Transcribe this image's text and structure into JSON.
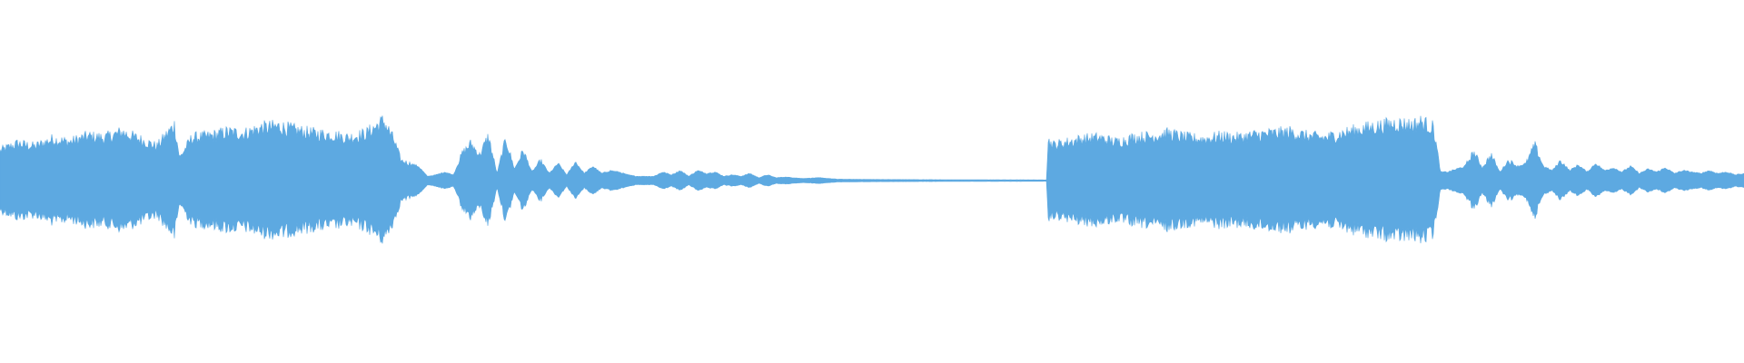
{
  "waveform": {
    "color": "#5DA9E1",
    "background": "#FFFFFF",
    "amplitude_envelope": [
      [
        0.0,
        0.21
      ],
      [
        0.01,
        0.26
      ],
      [
        0.02,
        0.24
      ],
      [
        0.03,
        0.29
      ],
      [
        0.04,
        0.27
      ],
      [
        0.05,
        0.31
      ],
      [
        0.06,
        0.3
      ],
      [
        0.07,
        0.34
      ],
      [
        0.08,
        0.29
      ],
      [
        0.09,
        0.24
      ],
      [
        0.1,
        0.39
      ],
      [
        0.103,
        0.16
      ],
      [
        0.11,
        0.3
      ],
      [
        0.12,
        0.31
      ],
      [
        0.13,
        0.34
      ],
      [
        0.14,
        0.33
      ],
      [
        0.15,
        0.37
      ],
      [
        0.16,
        0.38
      ],
      [
        0.17,
        0.35
      ],
      [
        0.18,
        0.33
      ],
      [
        0.19,
        0.32
      ],
      [
        0.2,
        0.3
      ],
      [
        0.21,
        0.33
      ],
      [
        0.22,
        0.42
      ],
      [
        0.226,
        0.28
      ],
      [
        0.23,
        0.14
      ],
      [
        0.24,
        0.1
      ],
      [
        0.245,
        0.03
      ],
      [
        0.25,
        0.04
      ],
      [
        0.255,
        0.06
      ],
      [
        0.26,
        0.04
      ],
      [
        0.265,
        0.19
      ],
      [
        0.27,
        0.26
      ],
      [
        0.275,
        0.18
      ],
      [
        0.28,
        0.31
      ],
      [
        0.285,
        0.05
      ],
      [
        0.29,
        0.29
      ],
      [
        0.295,
        0.08
      ],
      [
        0.3,
        0.21
      ],
      [
        0.305,
        0.06
      ],
      [
        0.31,
        0.14
      ],
      [
        0.315,
        0.05
      ],
      [
        0.32,
        0.12
      ],
      [
        0.325,
        0.04
      ],
      [
        0.33,
        0.13
      ],
      [
        0.335,
        0.05
      ],
      [
        0.34,
        0.1
      ],
      [
        0.345,
        0.05
      ],
      [
        0.35,
        0.07
      ],
      [
        0.355,
        0.06
      ],
      [
        0.36,
        0.04
      ],
      [
        0.365,
        0.03
      ],
      [
        0.37,
        0.03
      ],
      [
        0.375,
        0.03
      ],
      [
        0.38,
        0.06
      ],
      [
        0.385,
        0.04
      ],
      [
        0.39,
        0.07
      ],
      [
        0.395,
        0.03
      ],
      [
        0.4,
        0.07
      ],
      [
        0.405,
        0.05
      ],
      [
        0.41,
        0.06
      ],
      [
        0.415,
        0.03
      ],
      [
        0.42,
        0.04
      ],
      [
        0.425,
        0.03
      ],
      [
        0.43,
        0.05
      ],
      [
        0.435,
        0.02
      ],
      [
        0.44,
        0.04
      ],
      [
        0.445,
        0.02
      ],
      [
        0.45,
        0.025
      ],
      [
        0.455,
        0.02
      ],
      [
        0.46,
        0.015
      ],
      [
        0.47,
        0.02
      ],
      [
        0.48,
        0.01
      ],
      [
        0.5,
        0.008
      ],
      [
        0.55,
        0.006
      ],
      [
        0.6,
        0.005
      ],
      [
        0.601,
        0.28
      ],
      [
        0.604,
        0.25
      ],
      [
        0.62,
        0.29
      ],
      [
        0.63,
        0.3
      ],
      [
        0.64,
        0.27
      ],
      [
        0.65,
        0.3
      ],
      [
        0.66,
        0.31
      ],
      [
        0.67,
        0.33
      ],
      [
        0.68,
        0.3
      ],
      [
        0.69,
        0.29
      ],
      [
        0.7,
        0.31
      ],
      [
        0.71,
        0.3
      ],
      [
        0.72,
        0.32
      ],
      [
        0.73,
        0.33
      ],
      [
        0.74,
        0.34
      ],
      [
        0.75,
        0.31
      ],
      [
        0.76,
        0.3
      ],
      [
        0.77,
        0.33
      ],
      [
        0.78,
        0.36
      ],
      [
        0.79,
        0.38
      ],
      [
        0.8,
        0.4
      ],
      [
        0.81,
        0.39
      ],
      [
        0.815,
        0.41
      ],
      [
        0.822,
        0.37
      ],
      [
        0.826,
        0.06
      ],
      [
        0.83,
        0.06
      ],
      [
        0.84,
        0.1
      ],
      [
        0.845,
        0.2
      ],
      [
        0.85,
        0.09
      ],
      [
        0.855,
        0.18
      ],
      [
        0.86,
        0.06
      ],
      [
        0.865,
        0.14
      ],
      [
        0.87,
        0.1
      ],
      [
        0.875,
        0.12
      ],
      [
        0.88,
        0.25
      ],
      [
        0.885,
        0.1
      ],
      [
        0.89,
        0.07
      ],
      [
        0.895,
        0.14
      ],
      [
        0.9,
        0.07
      ],
      [
        0.905,
        0.11
      ],
      [
        0.91,
        0.06
      ],
      [
        0.915,
        0.12
      ],
      [
        0.92,
        0.07
      ],
      [
        0.925,
        0.09
      ],
      [
        0.93,
        0.06
      ],
      [
        0.935,
        0.1
      ],
      [
        0.94,
        0.05
      ],
      [
        0.945,
        0.08
      ],
      [
        0.95,
        0.06
      ],
      [
        0.955,
        0.09
      ],
      [
        0.96,
        0.05
      ],
      [
        0.965,
        0.07
      ],
      [
        0.97,
        0.06
      ],
      [
        0.975,
        0.05
      ],
      [
        0.98,
        0.07
      ],
      [
        0.985,
        0.05
      ],
      [
        0.99,
        0.06
      ],
      [
        0.995,
        0.04
      ],
      [
        1.0,
        0.05
      ]
    ]
  }
}
